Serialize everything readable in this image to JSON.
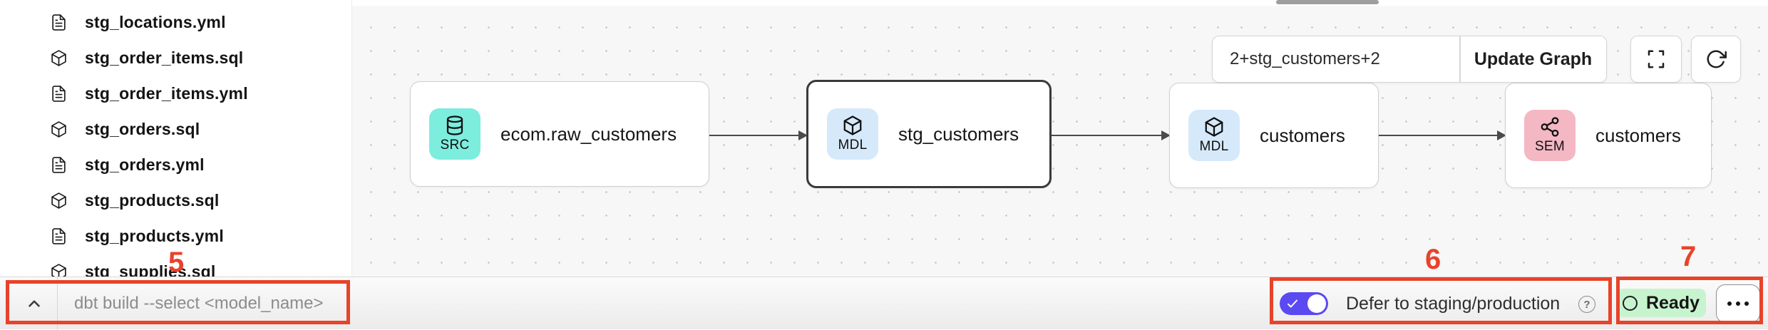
{
  "sidebar": {
    "files": [
      {
        "name": "stg_locations.yml",
        "icon": "file-doc-icon"
      },
      {
        "name": "stg_order_items.sql",
        "icon": "model-cube-icon"
      },
      {
        "name": "stg_order_items.yml",
        "icon": "file-doc-icon"
      },
      {
        "name": "stg_orders.sql",
        "icon": "model-cube-icon"
      },
      {
        "name": "stg_orders.yml",
        "icon": "file-doc-icon"
      },
      {
        "name": "stg_products.sql",
        "icon": "model-cube-icon"
      },
      {
        "name": "stg_products.yml",
        "icon": "file-doc-icon"
      },
      {
        "name": "stg_supplies.sql",
        "icon": "model-cube-icon",
        "clipped": true
      }
    ]
  },
  "canvas": {
    "selector": {
      "value": "2+stg_customers+2"
    },
    "update_button_label": "Update Graph",
    "nodes": [
      {
        "badge": "SRC",
        "label": "ecom.raw_customers",
        "icon": "database-icon",
        "selected": false
      },
      {
        "badge": "MDL",
        "label": "stg_customers",
        "icon": "cube-icon",
        "selected": true
      },
      {
        "badge": "MDL",
        "label": "customers",
        "icon": "cube-icon",
        "selected": false
      },
      {
        "badge": "SEM",
        "label": "customers",
        "icon": "semantic-network-icon",
        "selected": false
      }
    ],
    "badge_colors": {
      "SRC": "#7dedde",
      "MDL": "#d6e9fb",
      "SEM": "#f4b7c4"
    }
  },
  "bottom_bar": {
    "command_placeholder": "dbt build --select <model_name>",
    "defer_toggle": {
      "label": "Defer to staging/production",
      "enabled": true,
      "color": "#5b49f2"
    },
    "status": {
      "label": "Ready",
      "color": "#c7f4cf"
    }
  },
  "annotations": {
    "color": "#e8432a",
    "items": [
      {
        "label": "5"
      },
      {
        "label": "6"
      },
      {
        "label": "7"
      }
    ]
  }
}
